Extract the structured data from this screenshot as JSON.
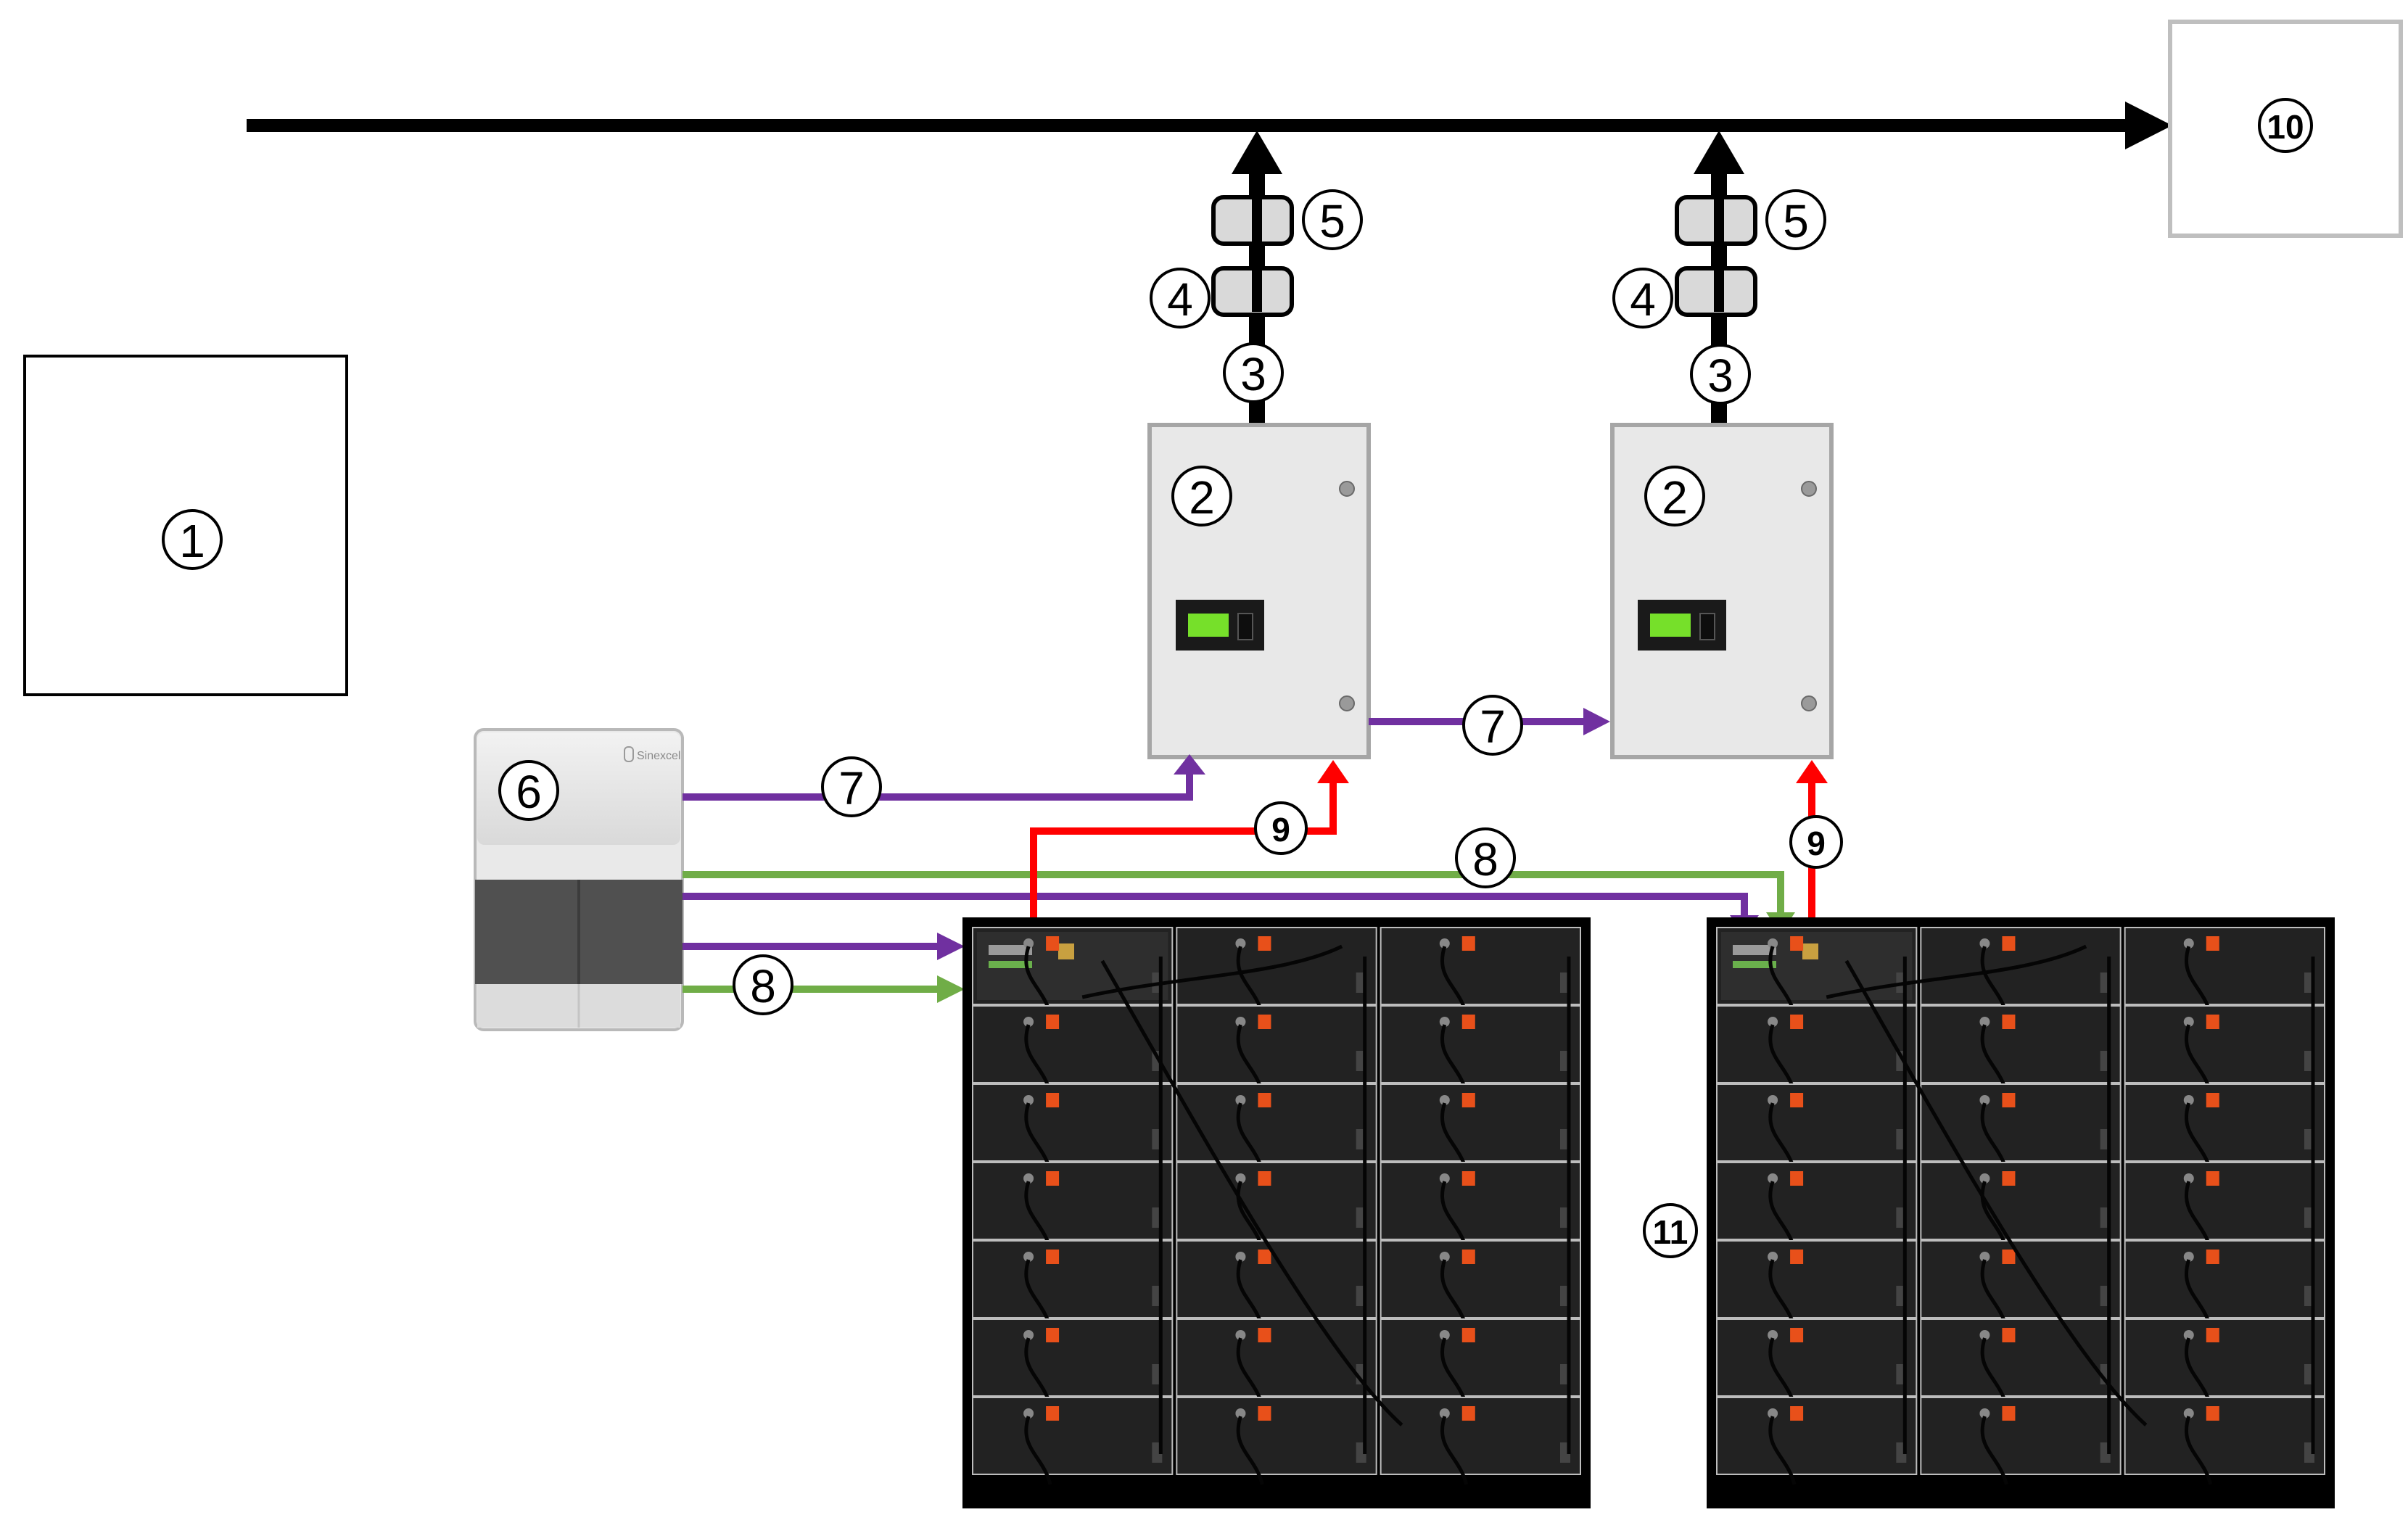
{
  "labels": {
    "l1": "1",
    "l2a": "2",
    "l2b": "2",
    "l3a": "3",
    "l3b": "3",
    "l4a": "4",
    "l4b": "4",
    "l5a": "5",
    "l5b": "5",
    "l6": "6",
    "l7a": "7",
    "l7b": "7",
    "l8a": "8",
    "l8b": "8",
    "l9a": "9",
    "l9b": "9",
    "l10": "10",
    "l11": "11"
  },
  "brand_text": "Sinexcel",
  "colors": {
    "comm": "#7030a0",
    "can": "#70ad47",
    "dc": "#ff0000",
    "ac": "#000000",
    "inverter_body": "#e8e8e8",
    "inverter_border": "#a6a6a6",
    "display": "#76e02a",
    "battery": "#1c1c1c",
    "terminal": "#e8501a"
  }
}
